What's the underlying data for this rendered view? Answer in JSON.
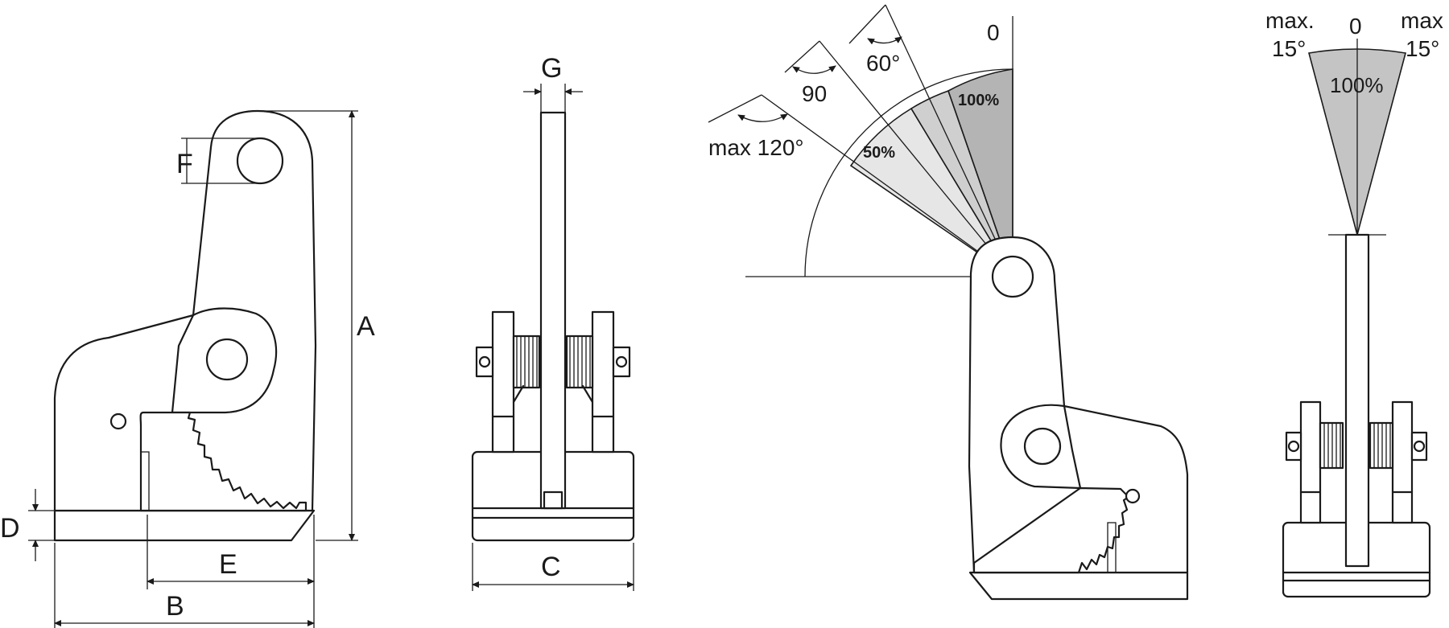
{
  "dimensions": {
    "A": "A",
    "B": "B",
    "C": "C",
    "D": "D",
    "E": "E",
    "F": "F",
    "G": "G"
  },
  "lifting_angles": {
    "vertical": "0",
    "a60": "60°",
    "a90": "90",
    "max120": "max 120°",
    "load_100": "100%",
    "load_50": "50%"
  },
  "side_tilt": {
    "zero": "0",
    "left_max": "max.",
    "left_deg": "15°",
    "right_max": "max",
    "right_deg": "15°",
    "load": "100%"
  },
  "colors": {
    "line": "#1a1a1a",
    "sector_dark": "#b4b4b4",
    "sector_mid": "#cfcfcf",
    "sector_light": "#e6e6e6"
  }
}
